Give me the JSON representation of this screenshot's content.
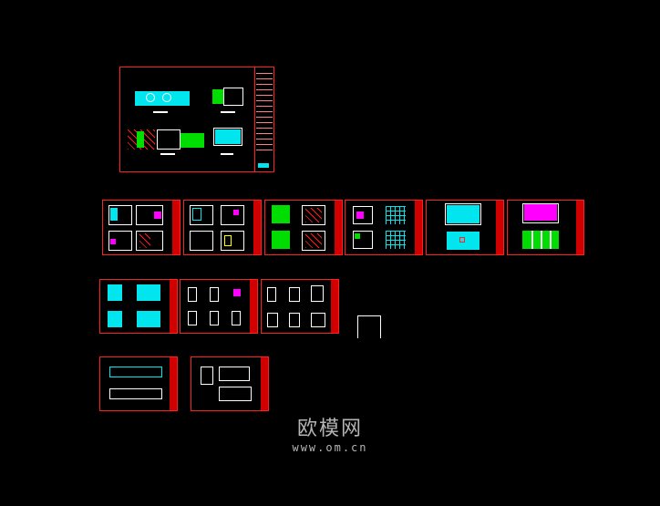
{
  "app": {
    "background": "#000000",
    "line_color": "#ff2020"
  },
  "watermark": {
    "title": "欧模网",
    "url": "www.om.cn"
  },
  "colors": {
    "cyan": "#00e5ee",
    "green": "#00dd00",
    "magenta": "#ff00ff",
    "red": "#ff2020",
    "white": "#ffffff"
  },
  "drawing_sheets": [
    {
      "id": "cover-sheet"
    },
    {
      "id": "sheet-row1-1"
    },
    {
      "id": "sheet-row1-2"
    },
    {
      "id": "sheet-row1-3"
    },
    {
      "id": "sheet-row1-4"
    },
    {
      "id": "sheet-row1-5"
    },
    {
      "id": "sheet-row1-6"
    },
    {
      "id": "sheet-row2-1"
    },
    {
      "id": "sheet-row2-2"
    },
    {
      "id": "sheet-row2-3"
    },
    {
      "id": "sheet-row3-1"
    },
    {
      "id": "sheet-row3-2"
    }
  ]
}
